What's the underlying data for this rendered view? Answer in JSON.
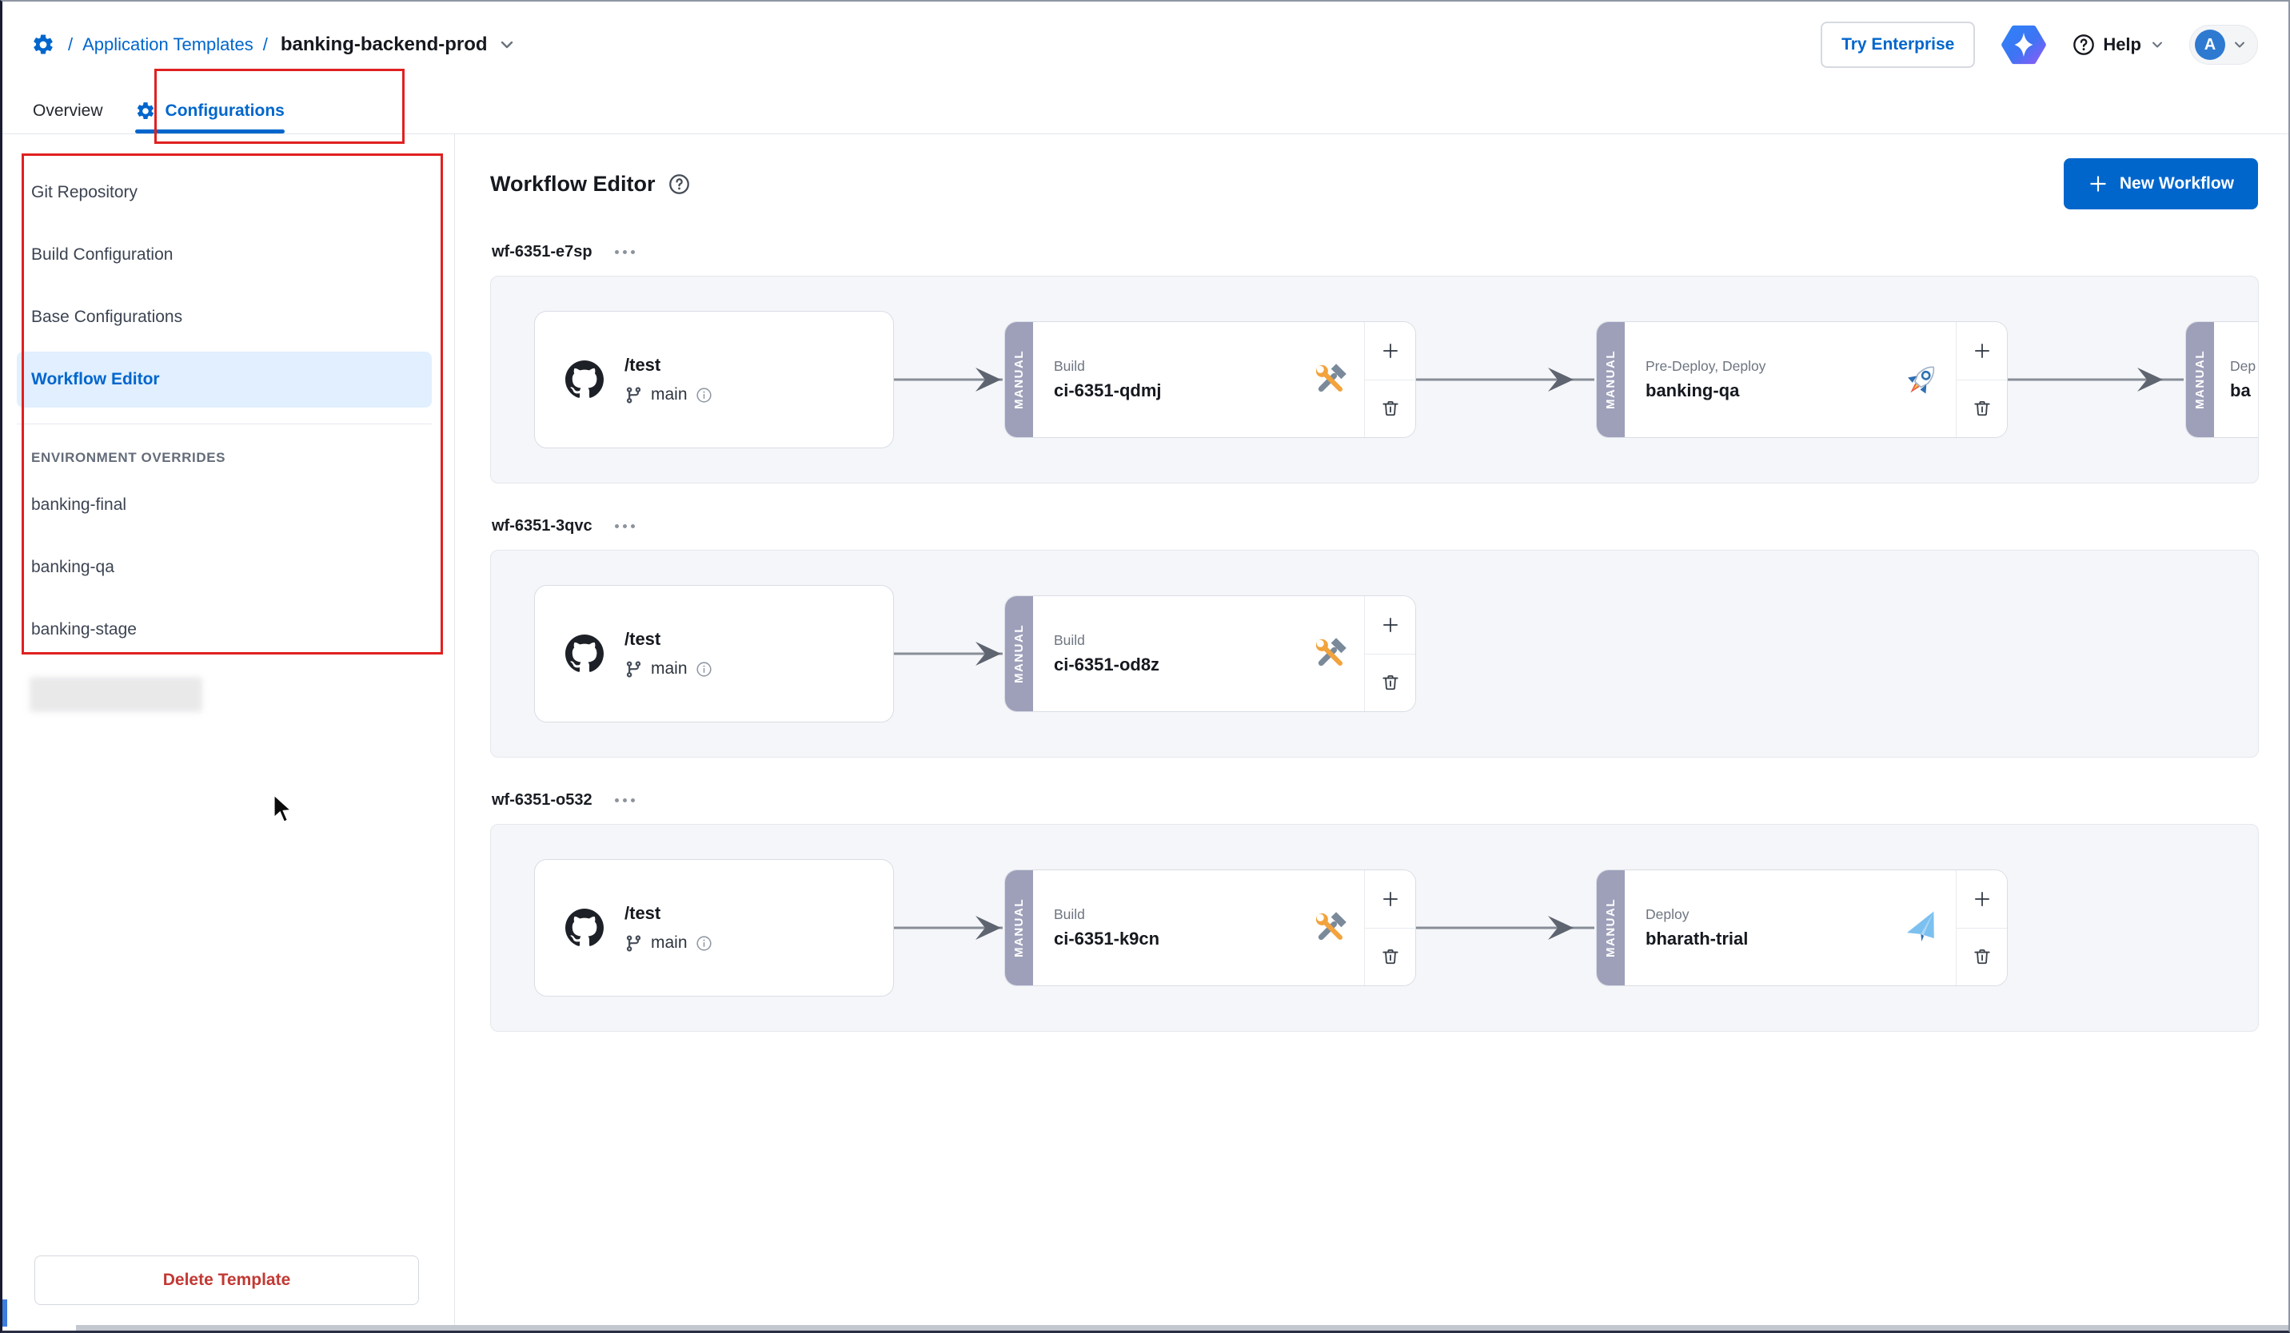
{
  "header": {
    "breadcrumb": {
      "sep1": "/",
      "section": "Application Templates",
      "sep2": "/",
      "app": "banking-backend-prod"
    },
    "try_enterprise_label": "Try Enterprise",
    "help_label": "Help",
    "avatar_initial": "A"
  },
  "tabs": {
    "overview": "Overview",
    "configurations": "Configurations"
  },
  "sidebar": {
    "items": [
      "Git Repository",
      "Build Configuration",
      "Base Configurations",
      "Workflow Editor"
    ],
    "active_item": "Workflow Editor",
    "overrides_title": "ENVIRONMENT OVERRIDES",
    "overrides": [
      "banking-final",
      "banking-qa",
      "banking-stage"
    ],
    "delete_label": "Delete Template"
  },
  "main": {
    "title": "Workflow Editor",
    "new_workflow_label": "New Workflow",
    "workflows": [
      {
        "name": "wf-6351-e7sp",
        "git": {
          "repo": "/test",
          "branch": "main"
        },
        "stages": [
          {
            "badge": "MANUAL",
            "label": "Build",
            "name": "ci-6351-qdmj",
            "icon": "build-tools-icon"
          },
          {
            "badge": "MANUAL",
            "label": "Pre-Deploy, Deploy",
            "name": "banking-qa",
            "icon": "rocket-icon"
          },
          {
            "badge": "MANUAL",
            "label": "Dep",
            "name": "ba",
            "icon": "",
            "clipped": true
          }
        ]
      },
      {
        "name": "wf-6351-3qvc",
        "git": {
          "repo": "/test",
          "branch": "main"
        },
        "stages": [
          {
            "badge": "MANUAL",
            "label": "Build",
            "name": "ci-6351-od8z",
            "icon": "build-tools-icon"
          }
        ]
      },
      {
        "name": "wf-6351-o532",
        "git": {
          "repo": "/test",
          "branch": "main"
        },
        "stages": [
          {
            "badge": "MANUAL",
            "label": "Build",
            "name": "ci-6351-k9cn",
            "icon": "build-tools-icon"
          },
          {
            "badge": "MANUAL",
            "label": "Deploy",
            "name": "bharath-trial",
            "icon": "send-icon"
          }
        ]
      }
    ]
  },
  "colors": {
    "accent": "#0066cc",
    "manual_ribbon": "#9ea0ba",
    "annotation_red": "#e02020",
    "danger_red": "#c23934",
    "selected_item_bg": "#e1efff",
    "card_bg": "#f5f6f9"
  }
}
